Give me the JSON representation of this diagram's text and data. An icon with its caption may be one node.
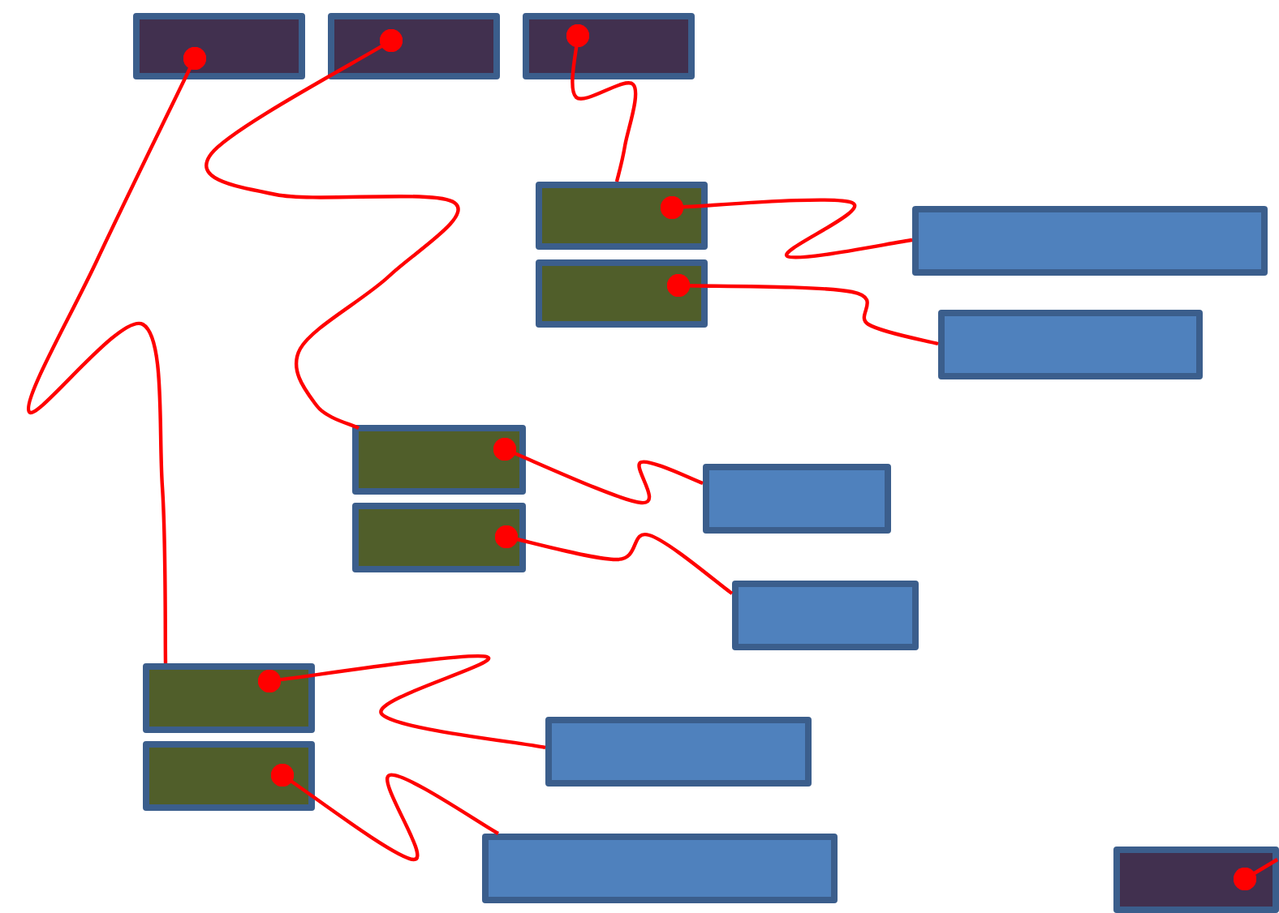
{
  "diagram": {
    "nodes": [
      {
        "text": [],
        "shape": "box"
      },
      {
        "text": [],
        "shape": "box"
      },
      {
        "text": [],
        "shape": "box"
      },
      {
        "text": [],
        "shape": "box"
      },
      {
        "text": [],
        "shape": "box"
      },
      {
        "text": [],
        "shape": "box"
      },
      {
        "text": [],
        "shape": "box"
      },
      {
        "text": [],
        "shape": "box"
      },
      {
        "text": [],
        "shape": "box"
      },
      {
        "text": [],
        "shape": "box"
      },
      {
        "text": [],
        "shape": "box"
      },
      {
        "text": [],
        "shape": "box"
      },
      {
        "text": [],
        "shape": "box"
      },
      {
        "text": [],
        "shape": "box"
      },
      {
        "text": [],
        "shape": "box"
      },
      {
        "text": [],
        "shape": "box"
      }
    ],
    "edges": [
      {
        "from": 0,
        "to": 11,
        "arrow": "other"
      },
      {
        "from": 1,
        "to": 7,
        "arrow": "other"
      },
      {
        "from": 2,
        "to": 3,
        "arrow": "other"
      },
      {
        "from": 3,
        "to": 5,
        "arrow": "other"
      },
      {
        "from": 4,
        "to": 6,
        "arrow": "other"
      },
      {
        "from": 7,
        "to": 9,
        "arrow": "other"
      },
      {
        "from": 8,
        "to": 10,
        "arrow": "other"
      },
      {
        "from": 11,
        "to": 13,
        "arrow": "other"
      },
      {
        "from": 12,
        "to": 14,
        "arrow": "other"
      },
      {
        "from": 15,
        "to": null,
        "arrow": "other"
      }
    ]
  }
}
